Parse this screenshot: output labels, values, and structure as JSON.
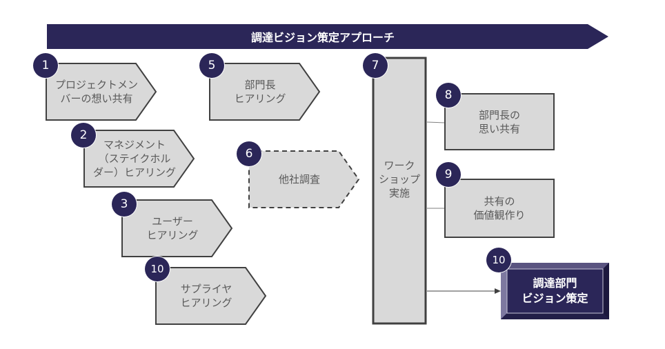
{
  "header": {
    "title": "調達ビジョン策定アプローチ"
  },
  "steps": [
    {
      "number": "1",
      "label": "プロジェクトメン\nバーの想い共有"
    },
    {
      "number": "2",
      "label": "マネジメント\n（ステイクホル\nダー）ヒアリング"
    },
    {
      "number": "3",
      "label": "ユーザー\nヒアリング"
    },
    {
      "number": "10",
      "label": "サプライヤ\nヒアリング"
    },
    {
      "number": "5",
      "label": "部門長\nヒアリング"
    },
    {
      "number": "6",
      "label": "他社調査"
    },
    {
      "number": "7",
      "label": "ワーク\nショップ\n実施"
    },
    {
      "number": "8",
      "label": "部門長の\n思い共有"
    },
    {
      "number": "9",
      "label": "共有の\n価値観作り"
    }
  ],
  "goal": {
    "number": "10",
    "label": "調達部門\nビジョン策定"
  },
  "colors": {
    "navy": "#2b2658",
    "box_fill": "#d9d9d9",
    "box_border": "#404040",
    "text": "#595959"
  }
}
